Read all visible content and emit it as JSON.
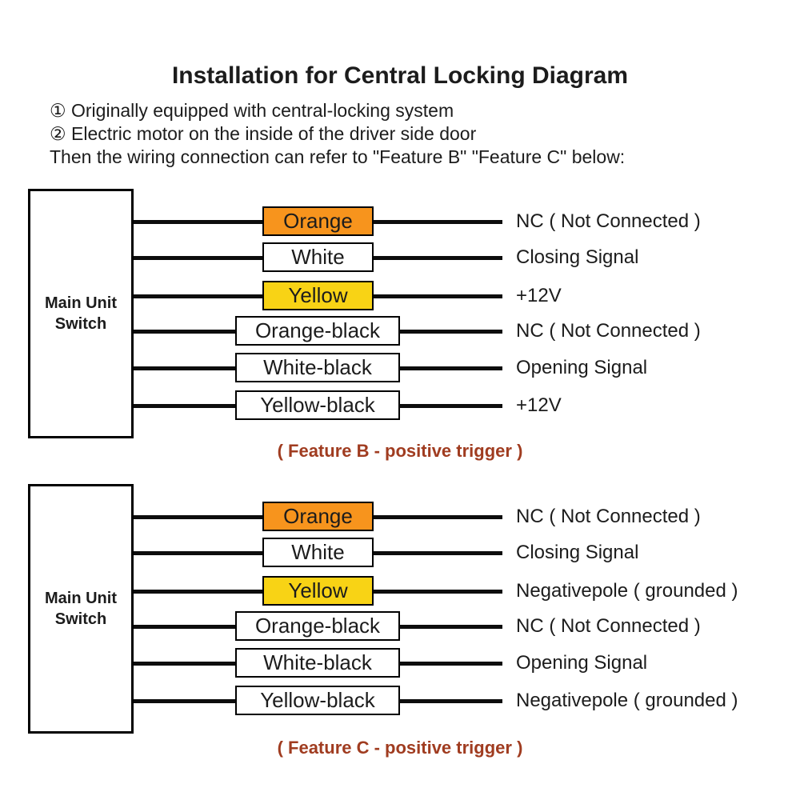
{
  "page": {
    "title": "Installation for Central Locking Diagram",
    "note_1": "① Originally equipped with central-locking system",
    "note_2": "② Electric motor on the inside of the driver side door",
    "note_3": "Then the wiring connection can refer to \"Feature B\" \"Feature C\" below:"
  },
  "colors": {
    "orange": "#F7941D",
    "yellow": "#F8D315",
    "white": "#FFFFFF",
    "wire": "#0D0D0D",
    "caption_text": "#A03C20"
  },
  "sections": [
    {
      "source_label": "Main Unit Switch",
      "caption": "( Feature B - positive trigger )",
      "rows": [
        {
          "wire_label": "Orange",
          "fill": "orange",
          "size": "narrow",
          "signal": "NC ( Not Connected )"
        },
        {
          "wire_label": "White",
          "fill": "white",
          "size": "narrow",
          "signal": "Closing Signal"
        },
        {
          "wire_label": "Yellow",
          "fill": "yellow",
          "size": "narrow",
          "signal": "+12V"
        },
        {
          "wire_label": "Orange-black",
          "fill": "white",
          "size": "wide",
          "signal": "NC ( Not Connected )"
        },
        {
          "wire_label": "White-black",
          "fill": "white",
          "size": "wide",
          "signal": "Opening Signal"
        },
        {
          "wire_label": "Yellow-black",
          "fill": "white",
          "size": "wide",
          "signal": "+12V"
        }
      ]
    },
    {
      "source_label": "Main Unit Switch",
      "caption": "( Feature C - positive trigger )",
      "rows": [
        {
          "wire_label": "Orange",
          "fill": "orange",
          "size": "narrow",
          "signal": "NC ( Not Connected )"
        },
        {
          "wire_label": "White",
          "fill": "white",
          "size": "narrow",
          "signal": "Closing Signal"
        },
        {
          "wire_label": "Yellow",
          "fill": "yellow",
          "size": "narrow",
          "signal": "Negativepole ( grounded )"
        },
        {
          "wire_label": "Orange-black",
          "fill": "white",
          "size": "wide",
          "signal": "NC ( Not Connected )"
        },
        {
          "wire_label": "White-black",
          "fill": "white",
          "size": "wide",
          "signal": "Opening Signal"
        },
        {
          "wire_label": "Yellow-black",
          "fill": "white",
          "size": "wide",
          "signal": "Negativepole ( grounded )"
        }
      ]
    }
  ]
}
